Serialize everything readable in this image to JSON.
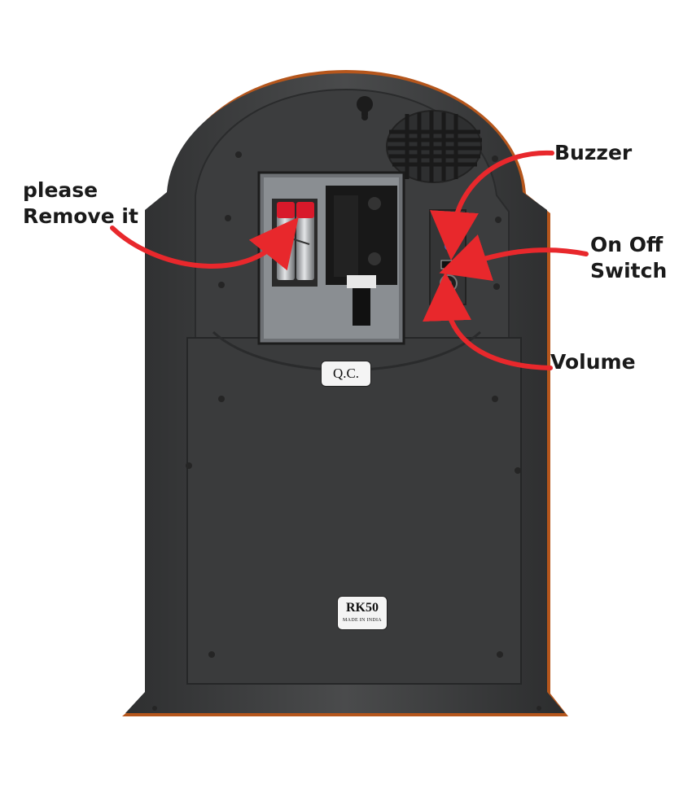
{
  "callouts": {
    "remove": [
      "please",
      "Remove it"
    ],
    "buzzer": "Buzzer",
    "switch": [
      "On Off",
      "Switch"
    ],
    "volume": "Volume"
  },
  "stickers": {
    "qc": "Q.C.",
    "model": "RK50",
    "origin": "MADE IN INDIA"
  },
  "colors": {
    "arrow": "#e8282c",
    "body": "#444546",
    "panel": "#3b3c3d",
    "rim": "#c05a1c",
    "battery_cap": "#d8192a"
  }
}
